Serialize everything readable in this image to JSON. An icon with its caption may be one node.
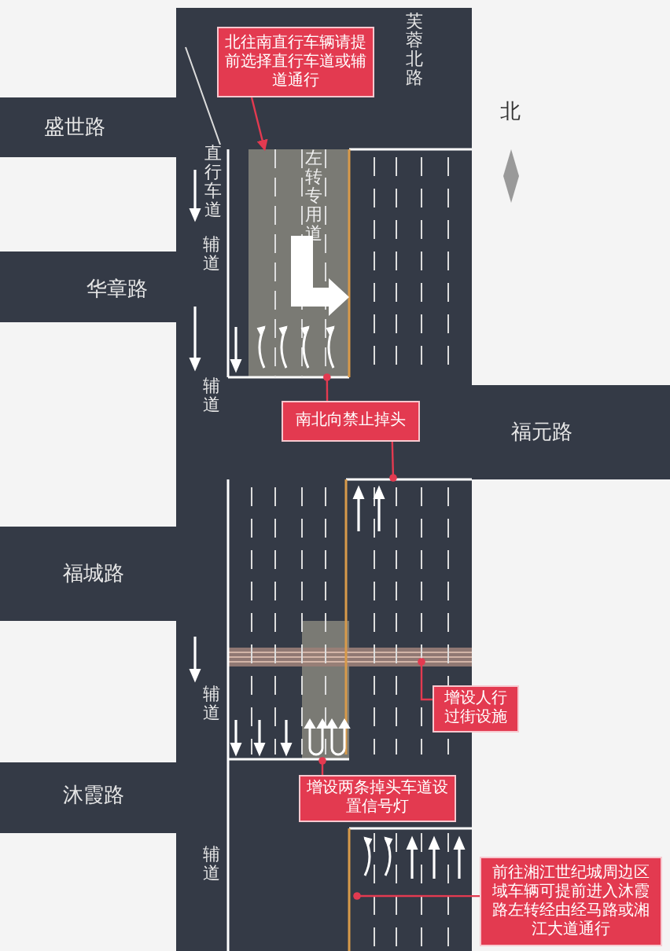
{
  "diagram": {
    "nodes": [
      {
        "text": [
          "北往南直行车辆请提前选择直行车道或辅道通行"
        ]
      },
      {
        "text": [
          "南北向禁止掉头"
        ]
      },
      {
        "text": [
          "增设人行过街设施"
        ]
      },
      {
        "text": [
          "增设两条掉头车道设置信号灯"
        ]
      },
      {
        "text": [
          "前往湘江世纪城周边区域车辆可提前进入沐霞路左转经由经马路或湘江大道通行"
        ]
      },
      {
        "text": [
          "左转专用道"
        ]
      }
    ],
    "edges": [
      {
        "from": 0,
        "to": 5,
        "arrow": "to"
      },
      {
        "from": 1,
        "to": 5,
        "arrow": "other"
      },
      {
        "from": 1,
        "to": null,
        "arrow": "other"
      },
      {
        "from": 2,
        "to": null,
        "arrow": "other"
      },
      {
        "from": 3,
        "to": null,
        "arrow": "other"
      },
      {
        "from": 4,
        "to": null,
        "arrow": "other"
      }
    ],
    "labels": [
      "芙蓉北路",
      "盛世路",
      "北",
      "直行车道",
      "辅道",
      "华章路",
      "辅道",
      "福元路",
      "福城路",
      "辅道",
      "沐霞路",
      "辅道"
    ]
  }
}
